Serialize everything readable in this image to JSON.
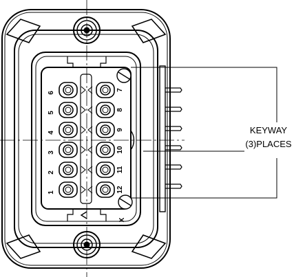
{
  "diagram": {
    "pin_labels": {
      "left": [
        "6",
        "5",
        "4",
        "3",
        "2",
        "1"
      ],
      "right": [
        "7",
        "8",
        "9",
        "10",
        "11",
        "12"
      ]
    },
    "marker": "X",
    "callout": {
      "line1": "KEYWAY",
      "line2": "(3)PLACES"
    }
  }
}
